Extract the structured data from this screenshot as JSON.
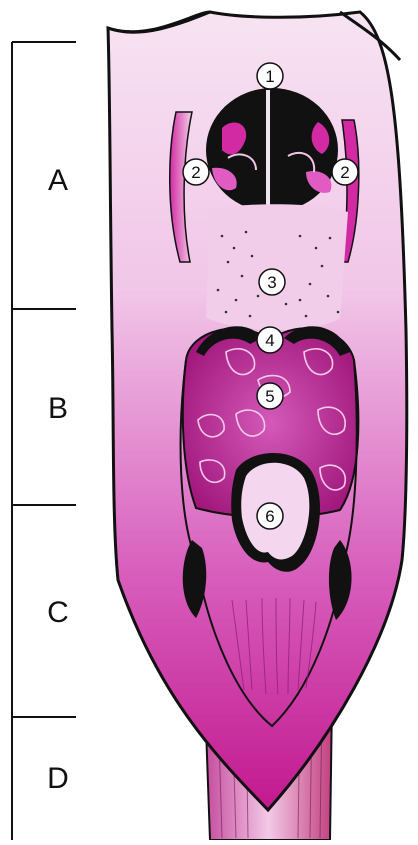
{
  "diagram": {
    "regions": [
      {
        "id": "region-a",
        "label": "A"
      },
      {
        "id": "region-b",
        "label": "B"
      },
      {
        "id": "region-c",
        "label": "C"
      },
      {
        "id": "region-d",
        "label": "D"
      }
    ],
    "markers": {
      "m1": "1",
      "m2a": "2",
      "m2b": "2",
      "m3": "3",
      "m4": "4",
      "m5": "5",
      "m6": "6"
    },
    "colors": {
      "magenta": "#c2198f",
      "pink_light": "#f4d6ee",
      "pink_mid": "#e59fd6",
      "dark_purple": "#4a0f44",
      "outline": "#111111"
    }
  }
}
